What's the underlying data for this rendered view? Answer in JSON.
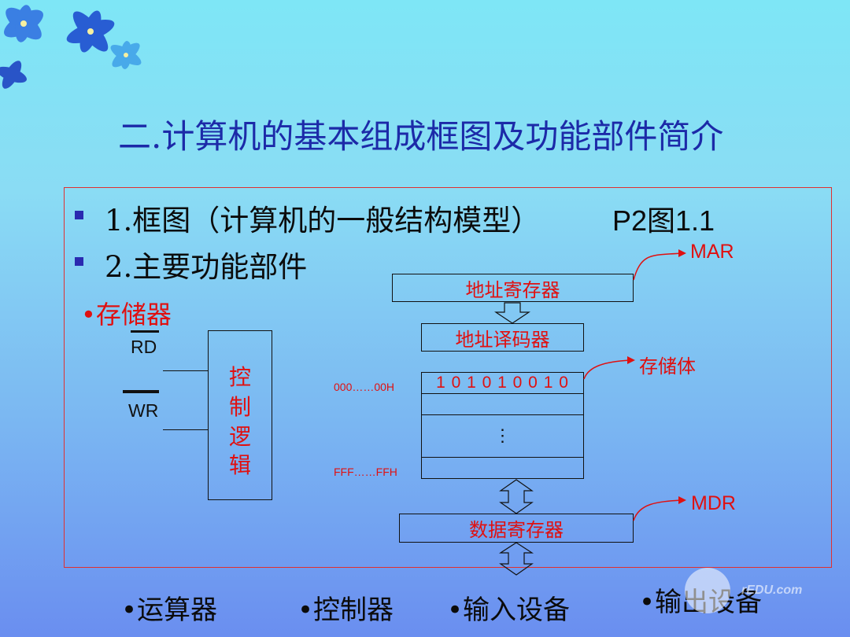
{
  "title": "二.计算机的基本组成框图及功能部件简介",
  "bullets": [
    {
      "text_a": "1.框图（计算机的一般结构模型）",
      "text_b": "P2图1.1"
    },
    {
      "text_a": "2.主要功能部件"
    }
  ],
  "diagram": {
    "memory_label": "•存储器",
    "rd_label": "RD",
    "wr_label": "WR",
    "control_logic_chars": [
      "控",
      "制",
      "逻",
      "辑"
    ],
    "address_register": "地址寄存器",
    "address_decoder": "地址译码器",
    "memory_first_row_bits": "1 0 1 0 1 0 0 1 0",
    "first_address": "000……00H",
    "last_address": "FFF……FFH",
    "ellipsis": "⋮",
    "data_register": "数据寄存器",
    "mar_label": "MAR",
    "storage_body_label": "存储体",
    "mdr_label": "MDR"
  },
  "bottom_items": [
    "•运算器",
    "•控制器",
    "•输入设备",
    "•输出设备"
  ],
  "watermark": "rEDU.com",
  "colors": {
    "title": "#1c2aa8",
    "accent_red": "#e01010",
    "bullet": "#2a2ab0"
  }
}
